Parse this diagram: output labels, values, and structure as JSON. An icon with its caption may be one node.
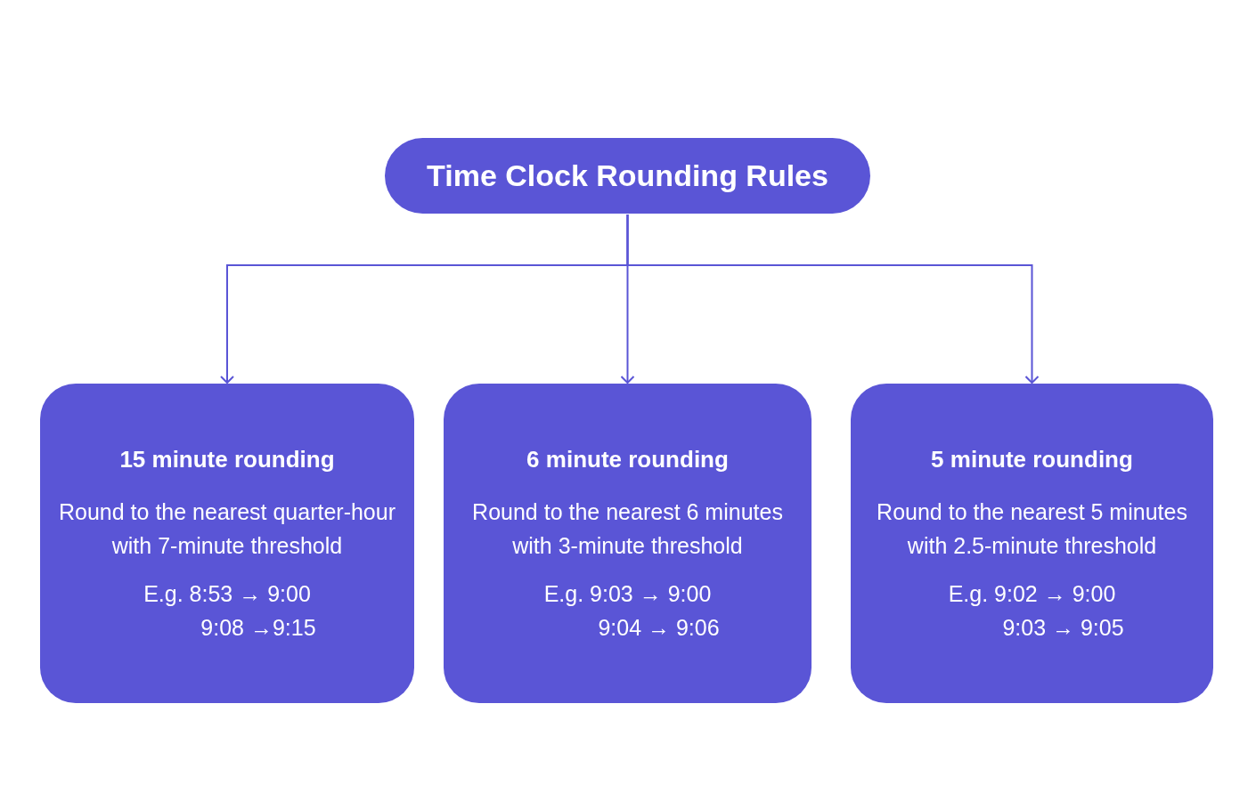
{
  "diagram": {
    "nodes": [
      {
        "text": [
          "Time Clock Rounding Rules"
        ]
      },
      {
        "text": [
          "15 minute rounding",
          "Round to the nearest quarter-hour with 7-minute threshold",
          "E.g. 8:53 → 9:00",
          "9:08 →9:15"
        ]
      },
      {
        "text": [
          "6 minute rounding",
          "Round to the nearest 6 minutes with 3-minute threshold",
          "E.g. 9:03 → 9:00",
          "9:04 → 9:06"
        ]
      },
      {
        "text": [
          "5 minute rounding",
          "Round to the nearest 5 minutes with 2.5-minute threshold",
          "E.g. 9:02 → 9:00",
          "9:03 → 9:05"
        ]
      }
    ],
    "edges": [
      {
        "from": 0,
        "to": 1,
        "arrow": "to"
      },
      {
        "from": 0,
        "to": 2,
        "arrow": "to"
      },
      {
        "from": 0,
        "to": 3,
        "arrow": "to"
      }
    ]
  }
}
